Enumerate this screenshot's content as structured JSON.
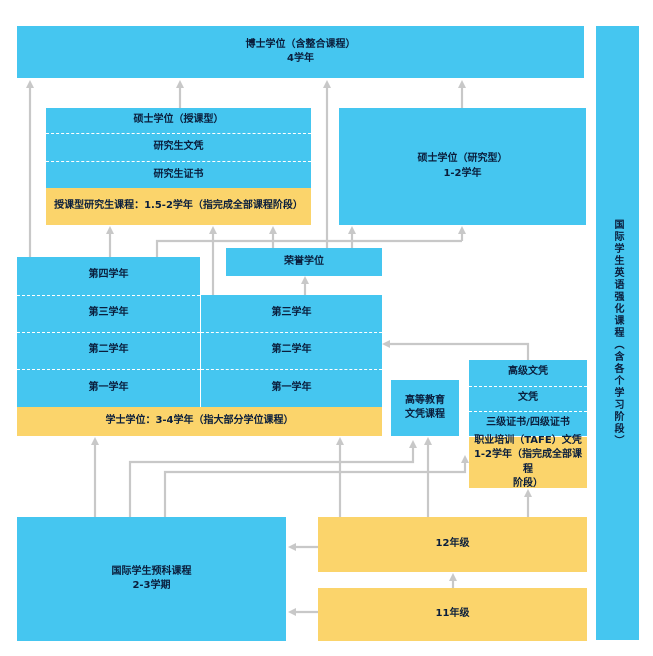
{
  "phd": {
    "title": "博士学位（含整合课程）",
    "years": "4学年"
  },
  "coursework_masters": {
    "masters": "硕士学位（授课型）",
    "grad_diploma": "研究生文凭",
    "grad_certificate": "研究生证书",
    "note": "授课型研究生课程：1.5-2学年（指完成全部课程阶段）"
  },
  "research_masters": {
    "title": "硕士学位（研究型）",
    "years": "1-2学年"
  },
  "honours": {
    "title": "荣誉学位"
  },
  "bachelor_left": {
    "year4": "第四学年",
    "year3": "第三学年",
    "year2": "第二学年",
    "year1": "第一学年"
  },
  "bachelor_right": {
    "year3": "第三学年",
    "year2": "第二学年",
    "year1": "第一学年"
  },
  "bachelor_note": "学士学位：3-4学年（指大部分学位课程）",
  "higher_ed_diploma": {
    "line1": "高等教育",
    "line2": "文凭课程"
  },
  "vet": {
    "adv_diploma": "高级文凭",
    "diploma": "文凭",
    "cert": "三级证书/四级证书",
    "note_line1": "职业培训（TAFE）文凭",
    "note_line2": "1-2学年（指完成全部课程",
    "note_line3": "阶段）"
  },
  "foundation": {
    "title": "国际学生预科课程",
    "years": "2-3学期"
  },
  "year12": "12年级",
  "year11": "11年级",
  "elicos": "国际学生英语强化课程（含各个学习阶段）",
  "colors": {
    "blue": "#45c6f0",
    "yellow": "#fbd46b",
    "arrow": "#c8c8c8",
    "text": "#0a1e3c"
  }
}
